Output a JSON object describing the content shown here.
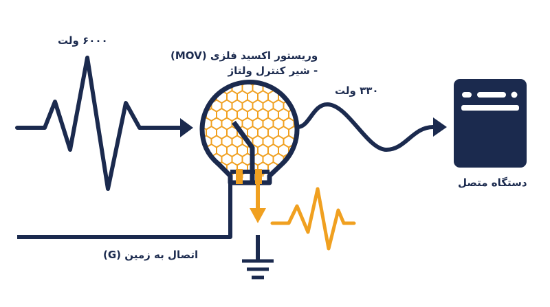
{
  "labels": {
    "surge_voltage": "۶۰۰۰ ولت",
    "mov_line1": "وریستور اکسید فلزی (MOV)",
    "mov_line2": "- شیر کنترل ولتاژ",
    "clamped_voltage": "۳۳۰ ولت",
    "device": "دستگاه متصل",
    "ground": "اتصال به زمین (G)"
  },
  "colors": {
    "navy": "#1b2a4e",
    "orange": "#f0a020",
    "background": "#ffffff"
  },
  "icons": {
    "device": "appliance-icon",
    "mov": "bulb-varistor-icon",
    "ground": "ground-symbol-icon"
  }
}
